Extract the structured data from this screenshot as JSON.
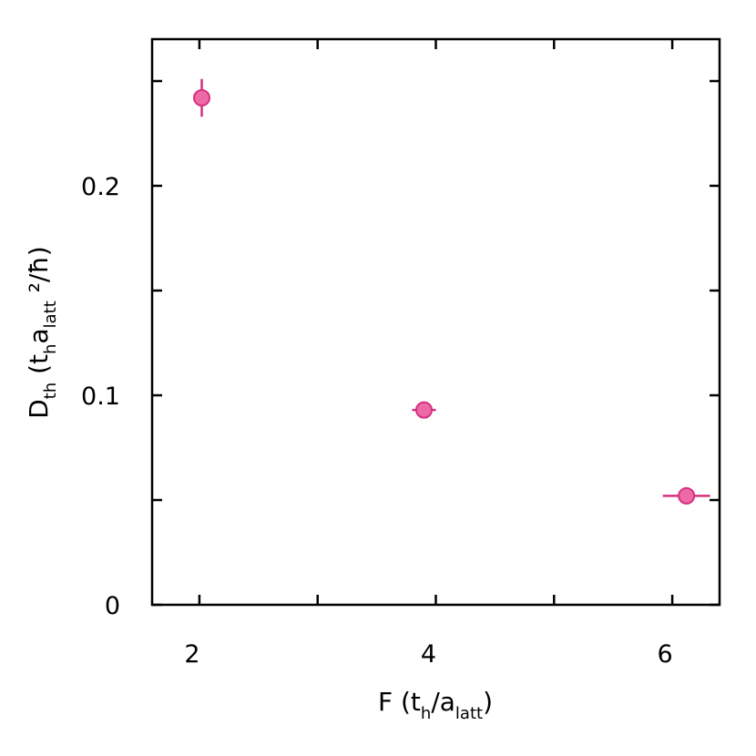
{
  "chart_data": {
    "type": "scatter",
    "x": [
      2.02,
      3.9,
      6.12
    ],
    "y": [
      0.242,
      0.093,
      0.052
    ],
    "x_err": [
      0.0,
      0.1,
      0.2
    ],
    "y_err": [
      0.009,
      0.0,
      0.0
    ],
    "xlim": [
      1.6,
      6.4
    ],
    "ylim": [
      0,
      0.27
    ],
    "x_ticks": [
      2,
      3,
      4,
      5,
      6
    ],
    "x_tick_labels": [
      "2",
      "",
      "4",
      "",
      "6"
    ],
    "y_ticks": [
      0,
      0.05,
      0.1,
      0.15,
      0.2,
      0.25
    ],
    "y_tick_labels": [
      "0",
      "",
      "0.1",
      "",
      "0.2",
      ""
    ],
    "xlabel": {
      "main": "F (t",
      "sub1": "h",
      "mid": "/a",
      "sub2": "latt",
      "end": ")"
    },
    "ylabel": {
      "main": "D",
      "sub1": "th",
      "open": " (t",
      "sub2": "h",
      "mid": "a",
      "sub3": "latt",
      "end": " ²/ħ)"
    },
    "grid": false,
    "legend": "none",
    "colors": {
      "marker_fill": "#ee6aa7",
      "marker_stroke": "#d62f7f",
      "axis": "#000000"
    }
  }
}
